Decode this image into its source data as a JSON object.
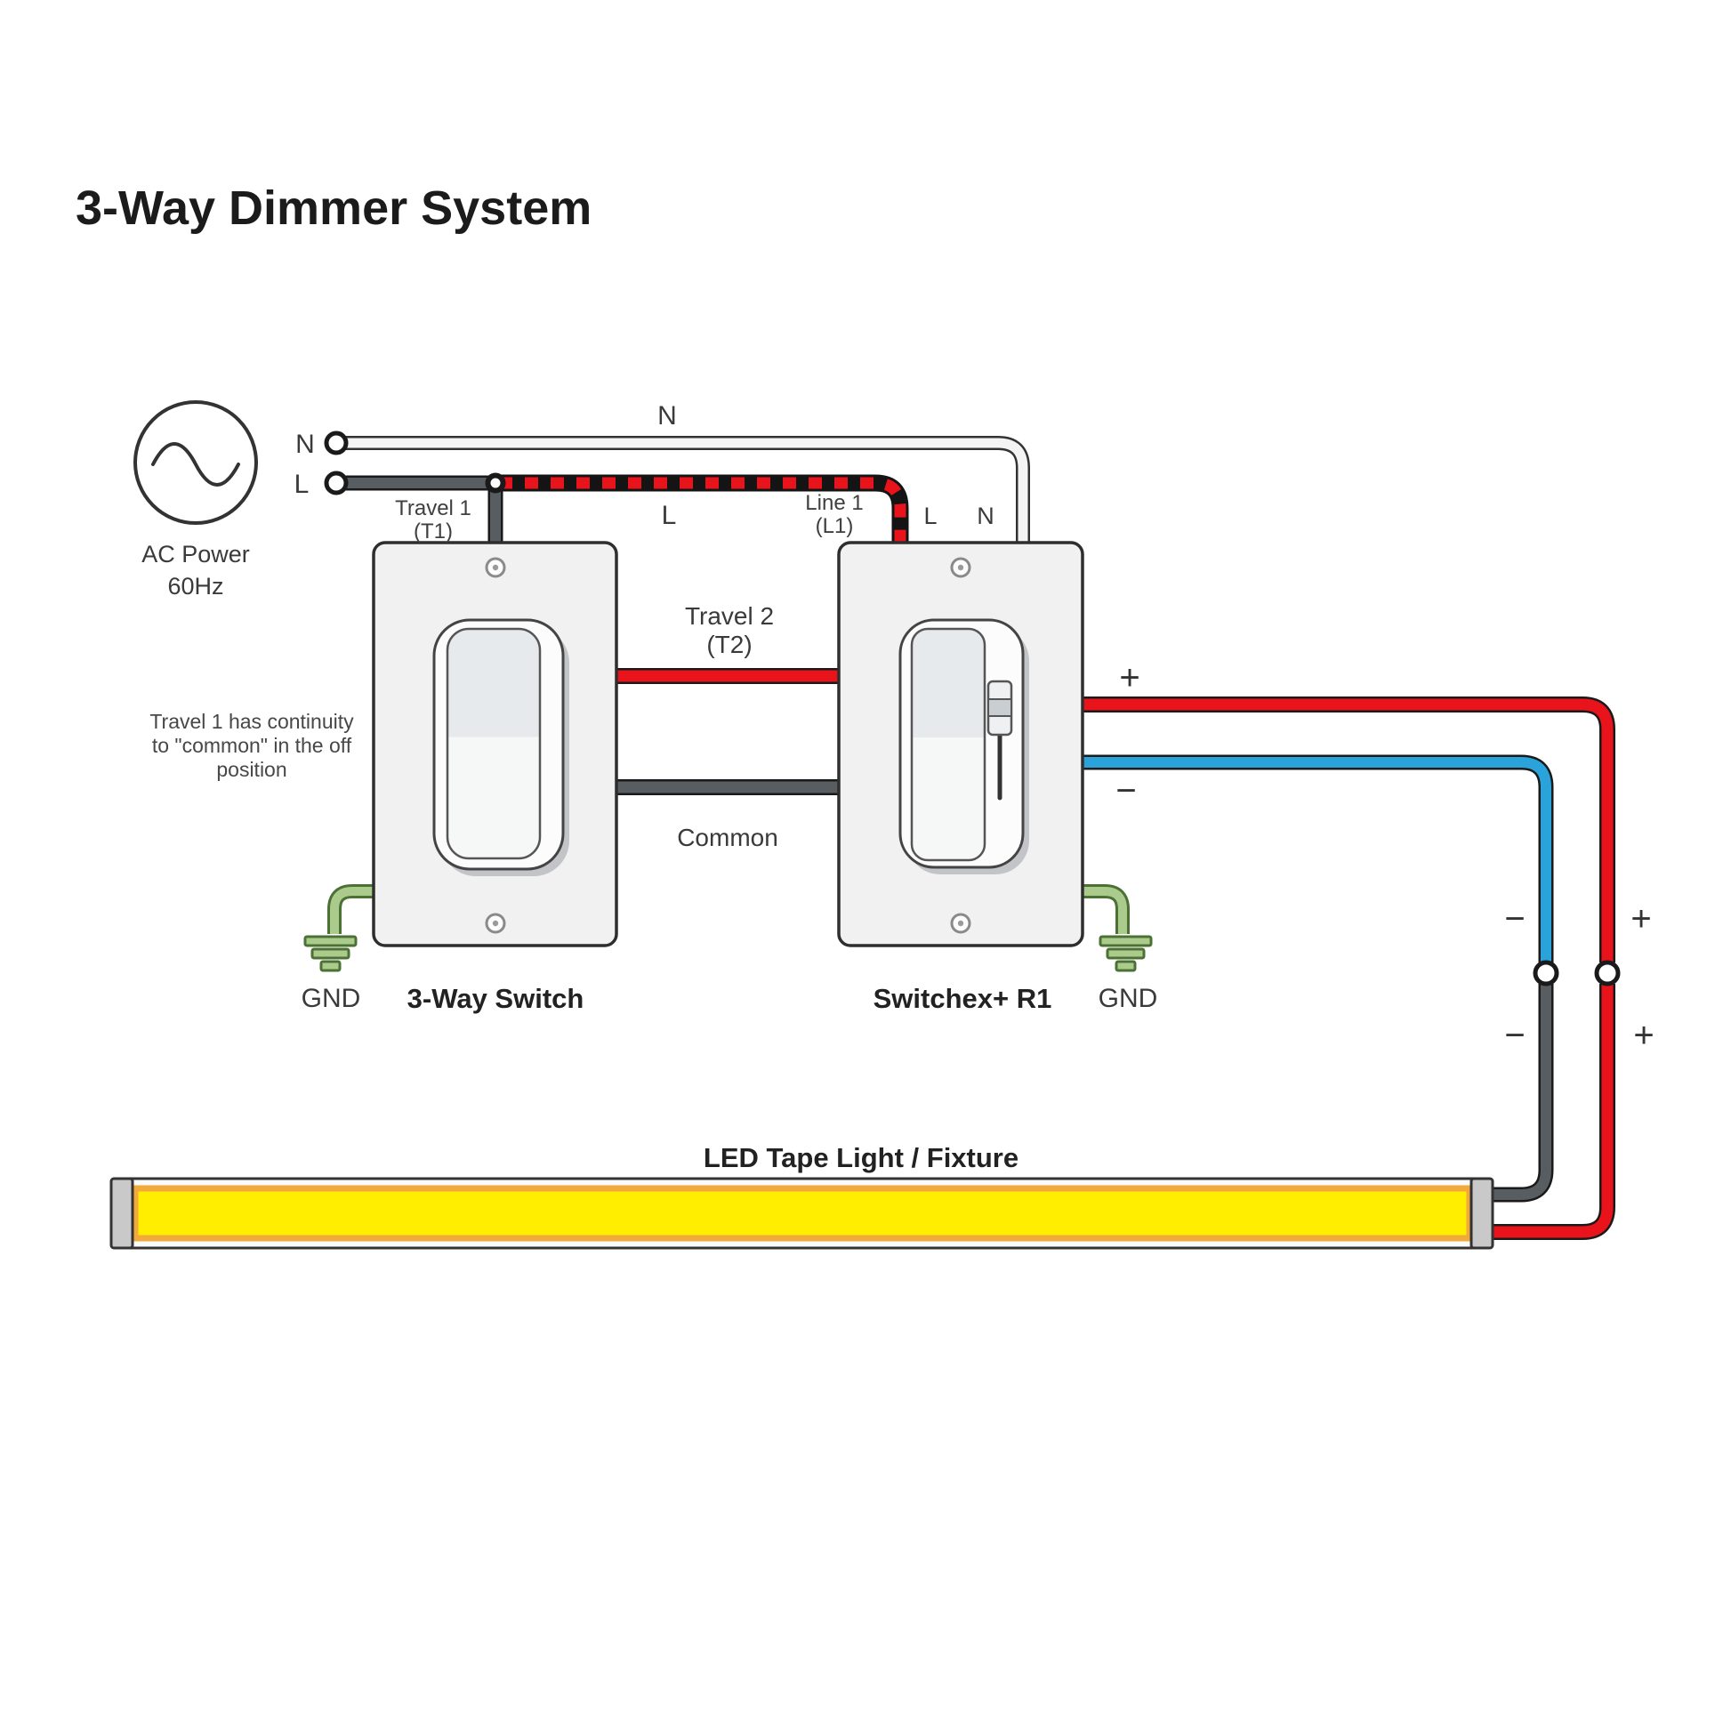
{
  "title": "3-Way Dimmer System",
  "colors": {
    "line_red": "#e8131b",
    "dim_blue": "#2aa2da",
    "ground_green": "#abcb8d",
    "neutral_white": "#f4f4f4",
    "common_gray": "#585d61",
    "led_yellow": "#ffee00",
    "led_amber": "#f2a93b",
    "plate_gray": "#f1f1f2"
  },
  "ac_source": {
    "name": "AC Power",
    "frequency": "60Hz",
    "terminal_n": "N",
    "terminal_l": "L"
  },
  "wire_labels": {
    "neutral": "N",
    "line": "L",
    "travel1": "Travel 1",
    "travel1_ref": "(T1)",
    "line1": "Line 1",
    "line1_ref": "(L1)",
    "travel2": "Travel 2",
    "travel2_ref": "(T2)",
    "common": "Common"
  },
  "switch_3way": {
    "name": "3-Way Switch",
    "ground": "GND",
    "note_line1": "Travel 1 has continuity",
    "note_line2": "to \"common\" in the off",
    "note_line3": "position"
  },
  "switchex": {
    "name": "Switchex+ R1",
    "ground": "GND",
    "terminal_l": "L",
    "terminal_n": "N",
    "output_plus": "+",
    "output_minus": "−"
  },
  "dc_run": {
    "minus_upper": "−",
    "plus_upper": "+",
    "minus_lower": "−",
    "plus_lower": "+"
  },
  "fixture": {
    "label": "LED Tape Light / Fixture"
  }
}
